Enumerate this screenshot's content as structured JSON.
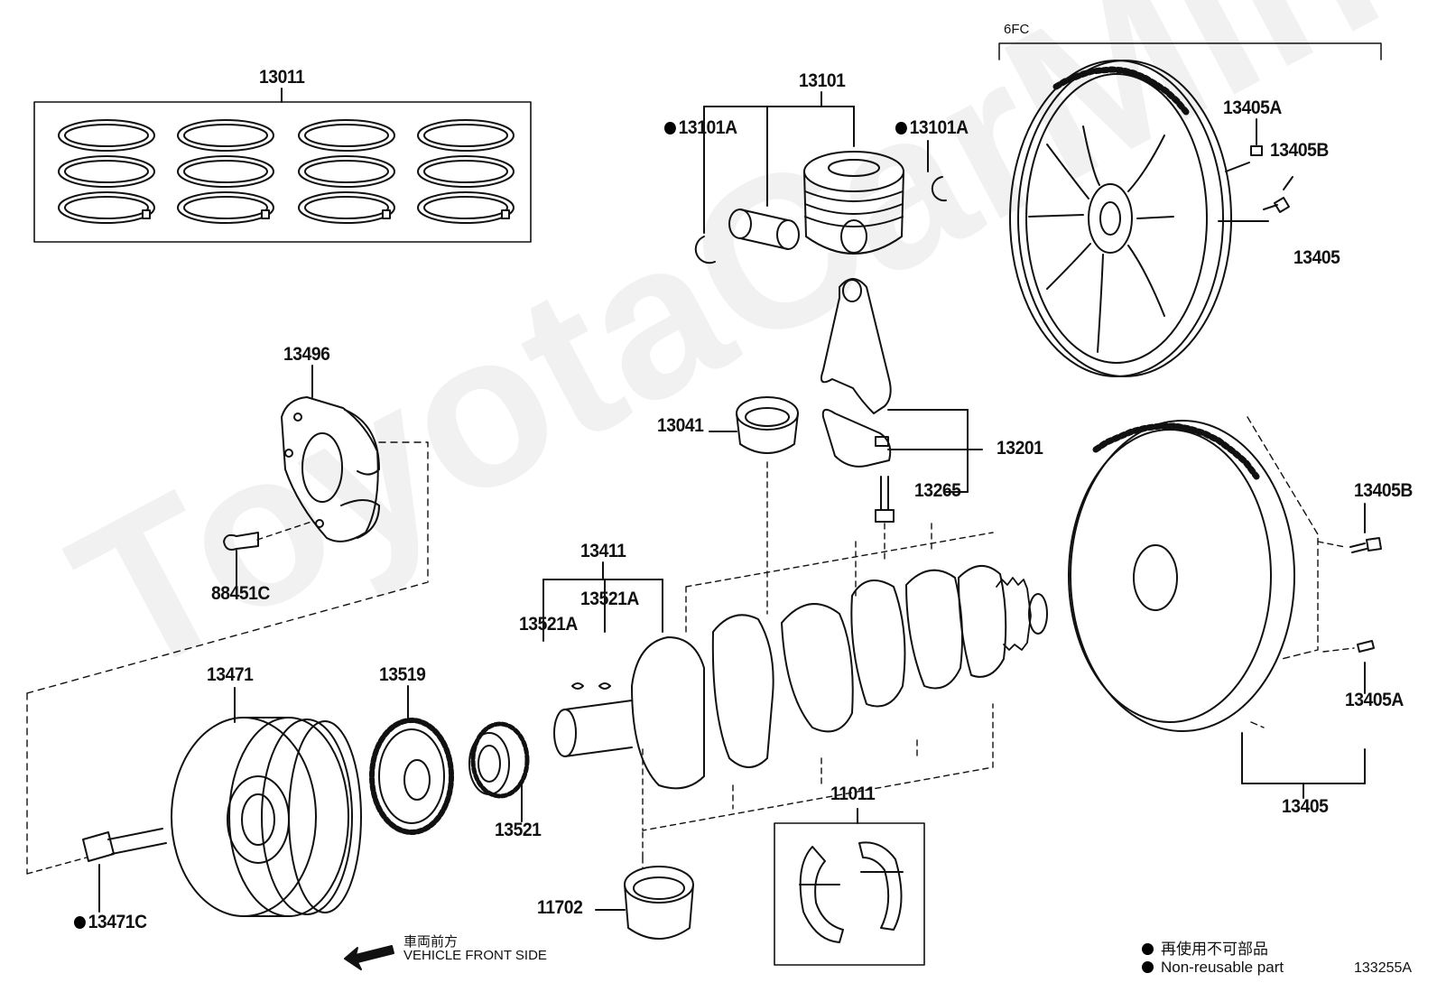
{
  "diagram_code": "133255A",
  "group_label": "6FC",
  "watermark": "ToyotaCarMinet.ru",
  "direction": {
    "japanese": "車両前方",
    "english": "VEHICLE FRONT SIDE"
  },
  "legend": {
    "japanese": "再使用不可部品",
    "english": "Non-reusable part"
  },
  "parts": {
    "p13011": "13011",
    "p13101": "13101",
    "p13101A_left": "13101A",
    "p13101A_right": "13101A",
    "p13405A_top": "13405A",
    "p13405B_top": "13405B",
    "p13405_top": "13405",
    "p13496": "13496",
    "p88451C": "88451C",
    "p13041": "13041",
    "p13201": "13201",
    "p13265": "13265",
    "p13411": "13411",
    "p13521A_right": "13521A",
    "p13521A_left": "13521A",
    "p13405B_bottom": "13405B",
    "p13405A_bottom": "13405A",
    "p13405_bottom": "13405",
    "p13471": "13471",
    "p13519": "13519",
    "p13521": "13521",
    "p13471C": "13471C",
    "p11011": "11011",
    "p11702": "11702"
  },
  "colors": {
    "line": "#111111",
    "background": "#ffffff"
  }
}
